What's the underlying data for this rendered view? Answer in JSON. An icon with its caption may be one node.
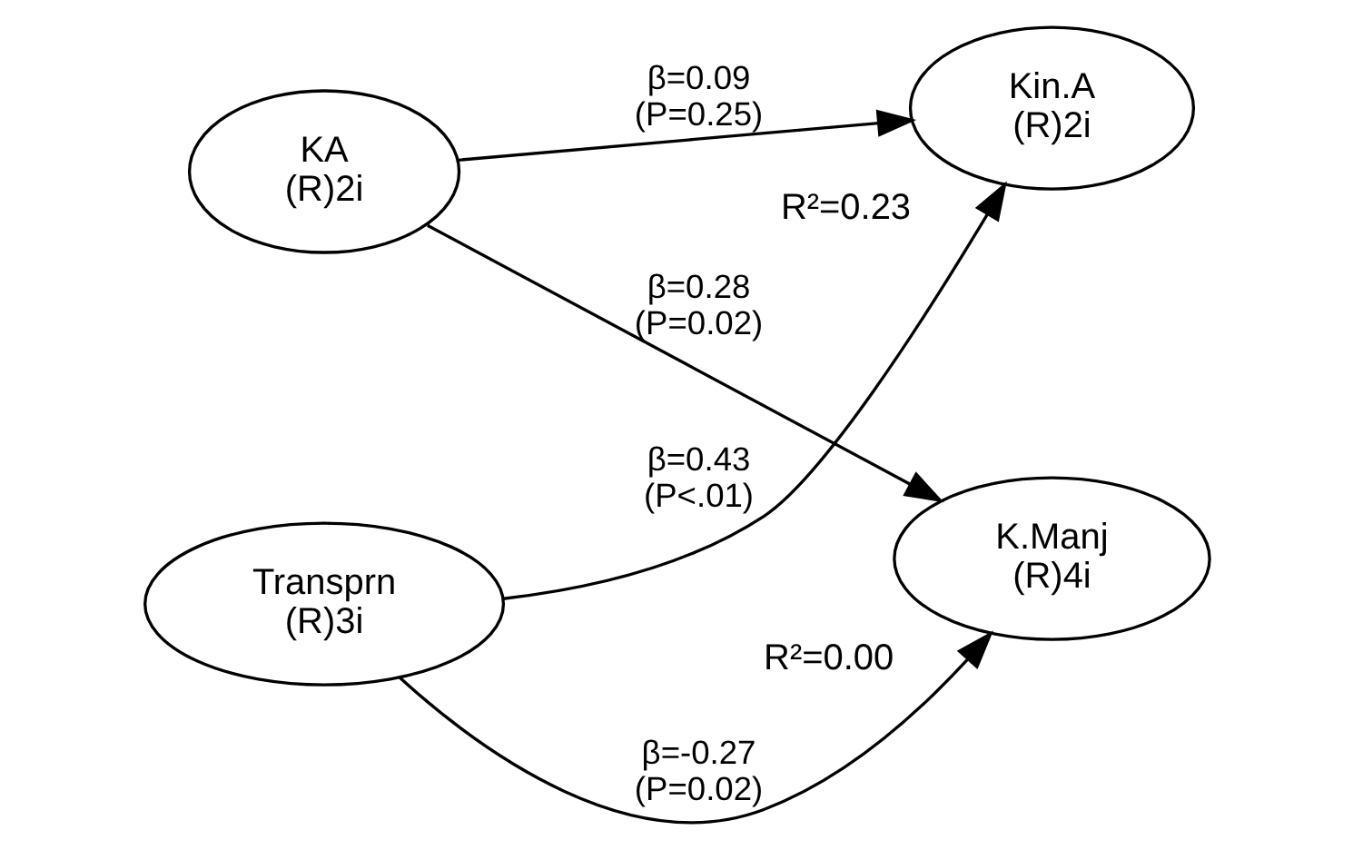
{
  "diagram": {
    "nodes": [
      {
        "text": [
          "Kin.A",
          "(R)2i"
        ],
        "beside": [
          "R²=0.23"
        ]
      },
      {
        "text": [
          "KA",
          "(R)2i"
        ]
      },
      {
        "text": [
          "K.Manj",
          "(R)4i"
        ],
        "beside": [
          "R²=0.00"
        ]
      },
      {
        "text": [
          "Transprn",
          "(R)3i"
        ]
      }
    ],
    "edges": [
      {
        "from": 1,
        "to": 0,
        "arrow": "to",
        "label": "β=0.09 (P=0.25)"
      },
      {
        "from": 3,
        "to": 0,
        "arrow": "to",
        "label": "β=0.43 (P<.01)"
      },
      {
        "from": 1,
        "to": 2,
        "arrow": "to",
        "label": "β=0.28 (P=0.02)"
      },
      {
        "from": 3,
        "to": 2,
        "arrow": "to",
        "label": "β=-0.27 (P=0.02)"
      }
    ]
  }
}
